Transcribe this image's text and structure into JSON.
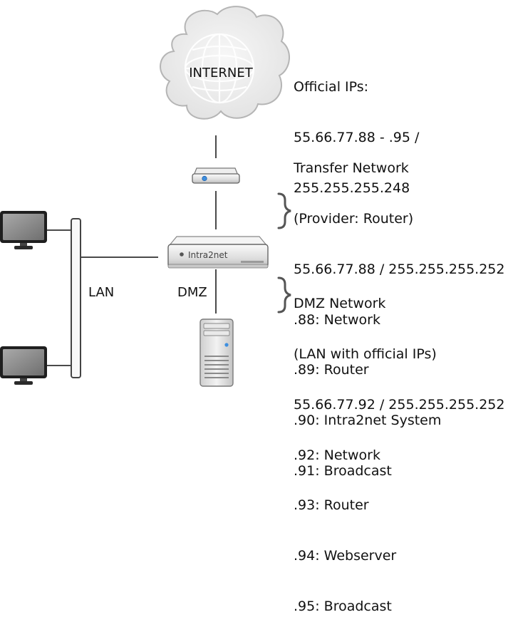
{
  "internet": {
    "label": "INTERNET"
  },
  "official_ips": {
    "lines": [
      "Official IPs:",
      "55.66.77.88 - .95 /",
      "255.255.255.248"
    ]
  },
  "transfer_network": {
    "lines": [
      "Transfer Network",
      "(Provider: Router)",
      "55.66.77.88 / 255.255.255.252",
      ".88: Network",
      ".89: Router",
      ".90: Intra2net System",
      ".91: Broadcast"
    ]
  },
  "dmz_network": {
    "lines": [
      "DMZ Network",
      "(LAN with official IPs)",
      "55.66.77.92 / 255.255.255.252",
      ".92: Network",
      ".93: Router",
      ".94: Webserver",
      ".95: Broadcast"
    ]
  },
  "labels": {
    "lan": "LAN",
    "dmz": "DMZ"
  },
  "devices": {
    "intra2net_brand": "Intra2net"
  },
  "colors": {
    "cloud_fill": "#ececec",
    "cloud_stroke": "#b5b5b5",
    "line": "#4a4a4a",
    "brace": "#555555",
    "screen": "#8a8a8a",
    "frame": "#2a2a2a",
    "device_body": "#e4e4e4"
  }
}
